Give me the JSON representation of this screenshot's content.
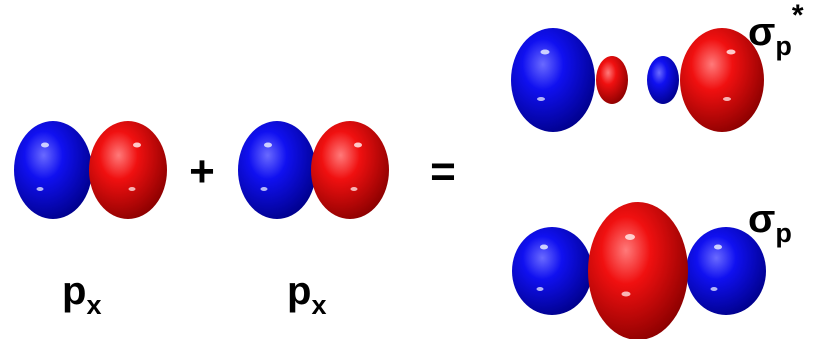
{
  "colors": {
    "positive_lobe": "#ff0000",
    "negative_lobe": "#0000ff",
    "background": "#ffffff"
  },
  "labels": {
    "left_orbital": {
      "base": "p",
      "sub": "x"
    },
    "right_orbital": {
      "base": "p",
      "sub": "x"
    },
    "antibonding": {
      "base": "σ",
      "sub": "p",
      "sup": "*"
    },
    "bonding": {
      "base": "σ",
      "sub": "p"
    },
    "plus": "+",
    "equals": "="
  }
}
